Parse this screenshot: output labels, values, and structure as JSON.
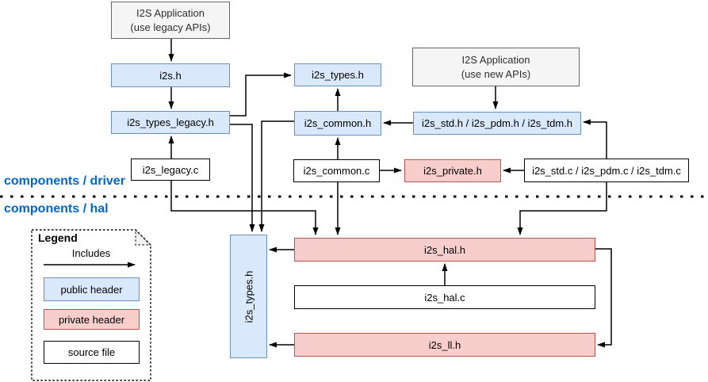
{
  "colors": {
    "public-fill": "#dae8fc",
    "public-stroke": "#6c8ebf",
    "private-fill": "#f8cecc",
    "private-stroke": "#b85450",
    "app-fill": "#f5f5f5",
    "app-stroke": "#666666",
    "source-fill": "#ffffff",
    "source-stroke": "#000000",
    "section-label": "#0066cc",
    "edge": "#000000"
  },
  "sections": {
    "driver_label": "components / driver",
    "hal_label": "components / hal"
  },
  "nodes": {
    "app_legacy": {
      "line1": "I2S Application",
      "line2": "(use legacy APIs)"
    },
    "app_new": {
      "line1": "I2S Application",
      "line2": "(use new APIs)"
    },
    "i2s_h": "i2s.h",
    "i2s_types_h": "i2s_types.h",
    "i2s_types_legacy_h": "i2s_types_legacy.h",
    "i2s_legacy_c": "i2s_legacy.c",
    "i2s_common_h": "i2s_common.h",
    "i2s_common_c": "i2s_common.c",
    "i2s_private_h": "i2s_private.h",
    "i2s_std_pdm_tdm_h": "i2s_std.h / i2s_pdm.h / i2s_tdm.h",
    "i2s_std_pdm_tdm_c": "i2s_std.c / i2s_pdm.c / i2s_tdm.c",
    "hal_i2s_types_h": "i2s_types.h",
    "i2s_hal_h": "i2s_hal.h",
    "i2s_hal_c": "i2s_hal.c",
    "i2s_ll_h": "i2s_ll.h"
  },
  "legend": {
    "title": "Legend",
    "includes_label": "Includes",
    "public_header": "public header",
    "private_header": "private header",
    "source_file": "source file"
  }
}
